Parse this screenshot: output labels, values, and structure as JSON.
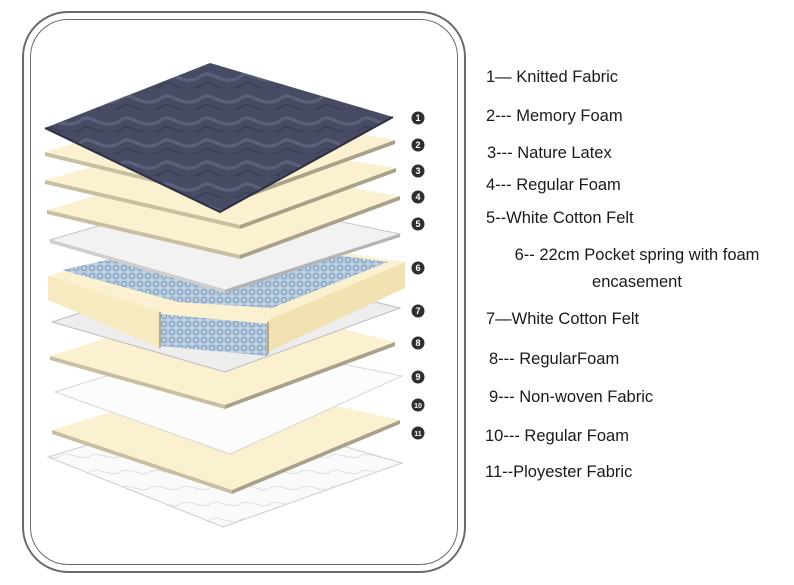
{
  "layers": [
    {
      "number": "1",
      "label": "1— Knitted Fabric"
    },
    {
      "number": "2",
      "label": "2--- Memory Foam"
    },
    {
      "number": "3",
      "label": "3--- Nature Latex"
    },
    {
      "number": "4",
      "label": "4--- Regular Foam"
    },
    {
      "number": "5",
      "label": "5--White Cotton Felt"
    },
    {
      "number": "6",
      "label": "6-- 22cm Pocket spring with foam encasement"
    },
    {
      "number": "7",
      "label": "7—White Cotton Felt"
    },
    {
      "number": "8",
      "label": "8--- RegularFoam"
    },
    {
      "number": "9",
      "label": "9--- Non-woven Fabric"
    },
    {
      "number": "10",
      "label": "10--- Regular Foam"
    },
    {
      "number": "11",
      "label": "11--Ployester Fabric"
    }
  ],
  "colors": {
    "knitted_fabric": "#474b63",
    "foam_cream": "#fbf0cf",
    "felt_white": "#f2f2f2",
    "spring_blue": "#b9cde0",
    "marker": "#2f2f2f",
    "frame": "#6a6a6a"
  }
}
